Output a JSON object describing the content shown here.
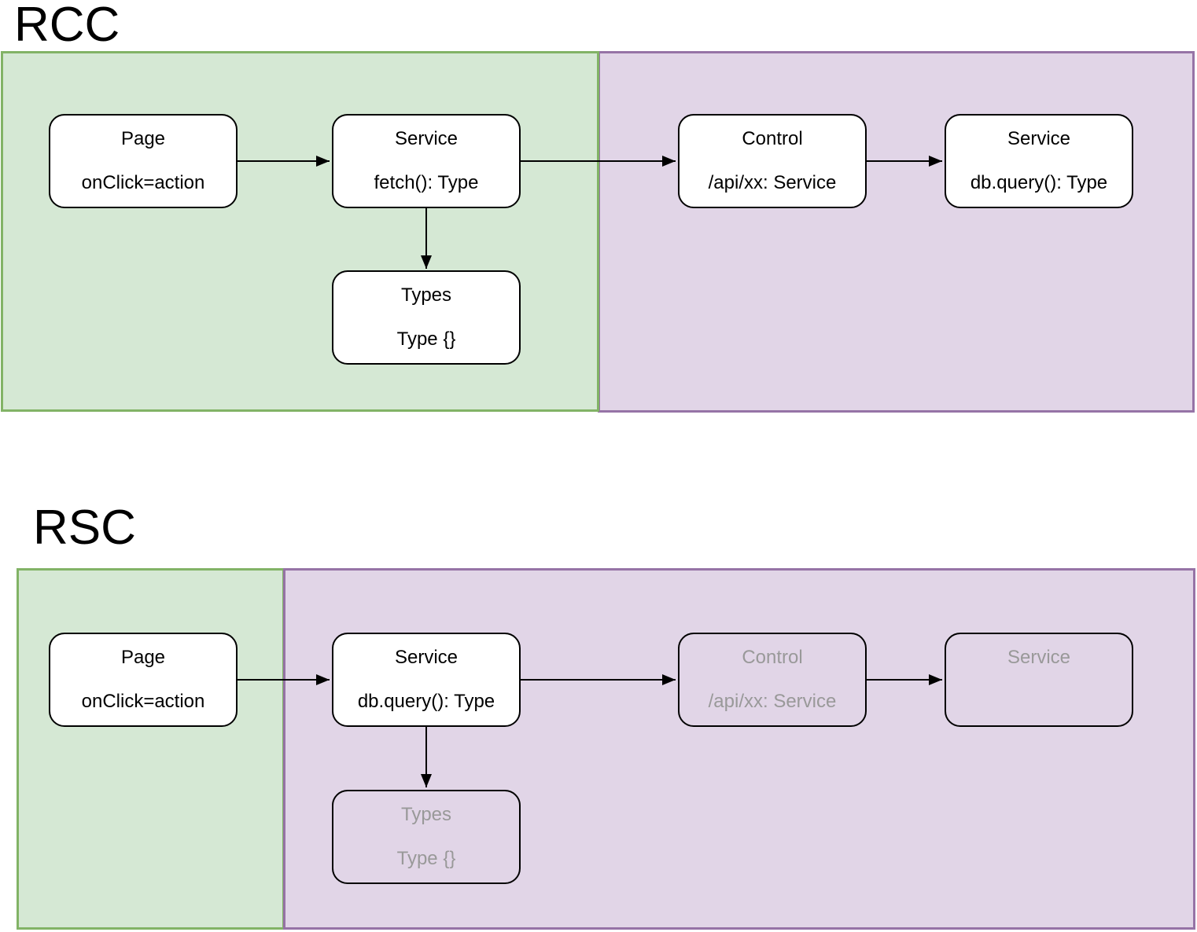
{
  "diagram": {
    "rcc": {
      "title": "RCC",
      "nodes": {
        "page": {
          "title": "Page",
          "subtitle": "onClick=action"
        },
        "service_fetch": {
          "title": "Service",
          "subtitle": "fetch(): Type"
        },
        "types": {
          "title": "Types",
          "subtitle": "Type {}"
        },
        "control": {
          "title": "Control",
          "subtitle": "/api/xx: Service"
        },
        "service_db": {
          "title": "Service",
          "subtitle": "db.query(): Type"
        }
      }
    },
    "rsc": {
      "title": "RSC",
      "nodes": {
        "page": {
          "title": "Page",
          "subtitle": "onClick=action"
        },
        "service_db": {
          "title": "Service",
          "subtitle": "db.query(): Type"
        },
        "control": {
          "title": "Control",
          "subtitle": "/api/xx: Service"
        },
        "service": {
          "title": "Service",
          "subtitle": ""
        },
        "types": {
          "title": "Types",
          "subtitle": "Type {}"
        }
      }
    }
  },
  "colors": {
    "client_zone_fill": "#d5e8d4",
    "client_zone_stroke": "#82b366",
    "server_zone_fill": "#e1d5e7",
    "server_zone_stroke": "#9673a6",
    "node_fill": "#ffffff",
    "node_stroke": "#000000",
    "edge": "#000000",
    "text": "#000000",
    "muted_text": "#999999"
  }
}
